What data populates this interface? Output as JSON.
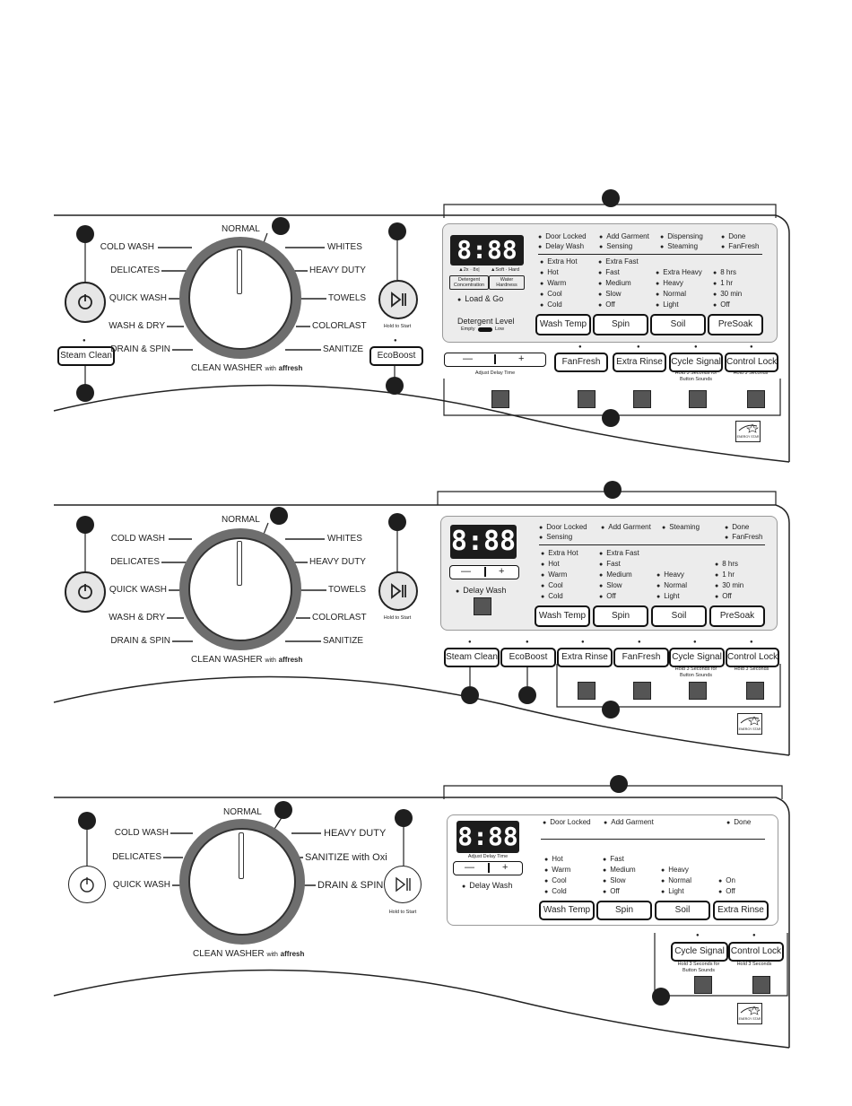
{
  "panel1": {
    "dial_labels_left": [
      "COLD WASH",
      "DELICATES",
      "QUICK WASH",
      "WASH & DRY",
      "DRAIN & SPIN"
    ],
    "dial_labels_right": [
      "WHITES",
      "HEAVY DUTY",
      "TOWELS",
      "COLORLAST",
      "SANITIZE"
    ],
    "dial_top": "NORMAL",
    "dial_bottom": "CLEAN WASHER",
    "dial_bottom_with": "with",
    "dial_bottom_brand": "affresh",
    "steam_clean": "Steam Clean",
    "ecoboost": "EcoBoost",
    "hold_to_start": "Hold to Start",
    "display": "8:88",
    "detergent_concentration": "Detergent Concentration",
    "water_hardness": "Water Hardness",
    "conc_scale": "▲2x · 8x|",
    "hard_scale": "▲Soft · Hard",
    "load_go": "Load & Go",
    "detergent_level": "Detergent Level",
    "empty_low": "Empty",
    "low": "Low",
    "status_top": [
      "Door Locked",
      "Add Garment",
      "Dispensing",
      "Done",
      "Delay Wash",
      "Sensing",
      "Steaming",
      "FanFresh"
    ],
    "temp": [
      "Extra Hot",
      "Hot",
      "Warm",
      "Cool",
      "Cold"
    ],
    "spin": [
      "Extra Fast",
      "Fast",
      "Medium",
      "Slow",
      "Off"
    ],
    "soil": [
      "Extra Heavy",
      "Heavy",
      "Normal",
      "Light"
    ],
    "presoak": [
      "8 hrs",
      "1 hr",
      "30 min",
      "Off"
    ],
    "row_buttons": [
      "Wash Temp",
      "Spin",
      "Soil",
      "PreSoak"
    ],
    "minus": "—",
    "plus": "+",
    "adjust_delay": "Adjust Delay Time",
    "lower_buttons": [
      "FanFresh",
      "Extra Rinse",
      "Cycle Signal",
      "Control Lock"
    ],
    "hold3_signal": "Hold 3 Seconds for Button Sounds",
    "hold3": "Hold 3 Seconds",
    "energy_star": "ENERGY STAR"
  },
  "panel2": {
    "dial_labels_left": [
      "COLD WASH",
      "DELICATES",
      "QUICK WASH",
      "WASH & DRY",
      "DRAIN & SPIN"
    ],
    "dial_labels_right": [
      "WHITES",
      "HEAVY DUTY",
      "TOWELS",
      "COLORLAST",
      "SANITIZE"
    ],
    "dial_top": "NORMAL",
    "dial_bottom": "CLEAN WASHER",
    "dial_bottom_with": "with",
    "dial_bottom_brand": "affresh",
    "hold_to_start": "Hold to Start",
    "display": "8:88",
    "minus": "—",
    "plus": "+",
    "delay_wash": "Delay Wash",
    "status_top": [
      "Door Locked",
      "Add Garment",
      "Steaming",
      "Done",
      "Sensing",
      "FanFresh"
    ],
    "temp": [
      "Extra Hot",
      "Hot",
      "Warm",
      "Cool",
      "Cold"
    ],
    "spin": [
      "Extra Fast",
      "Fast",
      "Medium",
      "Slow",
      "Off"
    ],
    "soil": [
      "Heavy",
      "Normal",
      "Light"
    ],
    "presoak": [
      "8 hrs",
      "1 hr",
      "30 min",
      "Off"
    ],
    "row_buttons": [
      "Wash Temp",
      "Spin",
      "Soil",
      "PreSoak"
    ],
    "steam_clean": "Steam Clean",
    "ecoboost": "EcoBoost",
    "lower_buttons": [
      "Extra Rinse",
      "FanFresh",
      "Cycle Signal",
      "Control Lock"
    ],
    "hold3_signal": "Hold 3 Seconds for Button Sounds",
    "hold3": "Hold 3 Seconds",
    "energy_star": "ENERGY STAR"
  },
  "panel3": {
    "dial_labels_left": [
      "COLD WASH",
      "DELICATES",
      "QUICK WASH"
    ],
    "dial_labels_right": [
      "HEAVY DUTY",
      "SANITIZE with Oxi",
      "DRAIN & SPIN"
    ],
    "dial_top": "NORMAL",
    "dial_bottom": "CLEAN WASHER",
    "dial_bottom_with": "with",
    "dial_bottom_brand": "affresh",
    "hold_to_start": "Hold to Start",
    "display": "8:88",
    "adjust_delay": "Adjust Delay Time",
    "minus": "—",
    "plus": "+",
    "delay_wash": "Delay Wash",
    "status_top": [
      "Door Locked",
      "Add Garment",
      "Done"
    ],
    "temp": [
      "Hot",
      "Warm",
      "Cool",
      "Cold"
    ],
    "spin": [
      "Fast",
      "Medium",
      "Slow",
      "Off"
    ],
    "soil": [
      "Heavy",
      "Normal",
      "Light"
    ],
    "extra": [
      "On",
      "Off"
    ],
    "row_buttons": [
      "Wash Temp",
      "Spin",
      "Soil",
      "Extra Rinse"
    ],
    "lower_buttons": [
      "Cycle Signal",
      "Control Lock"
    ],
    "hold3_signal": "Hold 3 Seconds for Button Sounds",
    "hold3": "Hold 3 Seconds",
    "energy_star": "ENERGY STAR"
  }
}
